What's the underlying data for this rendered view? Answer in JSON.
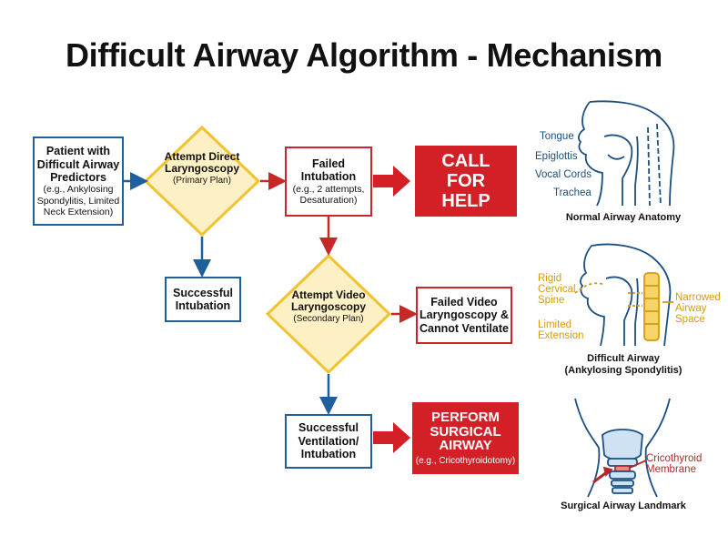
{
  "title": "Difficult Airway Algorithm - Mechanism",
  "nodes": {
    "patient": {
      "title": "Patient with Difficult Airway Predictors",
      "detail": "(e.g., Ankylosing Spondylitis, Limited Neck Extension)"
    },
    "direct": {
      "title": "Attempt Direct Laryngoscopy",
      "detail": "(Primary Plan)"
    },
    "failed_intubation": {
      "title": "Failed Intubation",
      "detail": "(e.g., 2 attempts, Desaturation)"
    },
    "call_help": {
      "title": "CALL FOR HELP"
    },
    "successful_intubation": {
      "title": "Successful Intubation"
    },
    "video": {
      "title": "Attempt Video Laryngoscopy",
      "detail": "(Secondary Plan)"
    },
    "failed_video": {
      "title": "Failed Video Laryngoscopy & Cannot Ventilate"
    },
    "successful_ventilation": {
      "title": "Successful Ventilation/ Intubation"
    },
    "surgical": {
      "title": "PERFORM SURGICAL AIRWAY",
      "detail": "(e.g., Cricothyroidotomy)"
    }
  },
  "illustrations": {
    "normal": {
      "caption": "Normal Airway Anatomy",
      "labels": [
        "Tongue",
        "Epiglottis",
        "Vocal Cords",
        "Trachea"
      ]
    },
    "difficult": {
      "caption_line1": "Difficult Airway",
      "caption_line2": "(Ankylosing Spondylitis)",
      "rigid_spine": "Rigid Cervical Spine",
      "limited_extension": "Limited Extension",
      "narrowed_space": "Narrowed Airway Space"
    },
    "surgical": {
      "caption": "Surgical Airway Landmark",
      "membrane_label": "Cricothyroid Membrane"
    }
  },
  "colors": {
    "blue": "#1f5f9e",
    "red": "#d32027",
    "yellow": "#f2c230",
    "yellow_fill": "#fdf0c4"
  }
}
